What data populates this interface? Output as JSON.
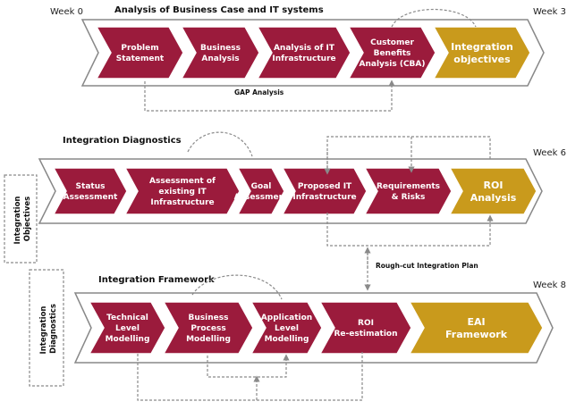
{
  "colors": {
    "maroon": "#9b1b3c",
    "gold": "#c99a1c",
    "outline": "#888888"
  },
  "rows": [
    {
      "title": "Analysis of Business Case and IT systems",
      "week_start": "Week 0",
      "week_end": "Week 3",
      "steps": [
        {
          "lines": [
            "Problem",
            "Statement"
          ],
          "color": "maroon"
        },
        {
          "lines": [
            "Business",
            "Analysis"
          ],
          "color": "maroon"
        },
        {
          "lines": [
            "Analysis of IT",
            "Infrastructure"
          ],
          "color": "maroon"
        },
        {
          "lines": [
            "Customer",
            "Benefits",
            "Analysis (CBA)"
          ],
          "color": "maroon"
        },
        {
          "lines": [
            "Integration",
            "objectives"
          ],
          "color": "gold"
        }
      ],
      "loop_label": "GAP Analysis"
    },
    {
      "title": "Integration Diagnostics",
      "week_start": "",
      "week_end": "Week 6",
      "side_label": [
        "Integration",
        "Objectives"
      ],
      "steps": [
        {
          "lines": [
            "Status",
            "Assessment"
          ],
          "color": "maroon"
        },
        {
          "lines": [
            "Assessment of",
            "existing IT",
            "Infrastructure"
          ],
          "color": "maroon"
        },
        {
          "lines": [
            "Goal",
            "Assessment"
          ],
          "color": "maroon"
        },
        {
          "lines": [
            "Proposed IT",
            "Infrastructure"
          ],
          "color": "maroon"
        },
        {
          "lines": [
            "Requirements",
            "& Risks"
          ],
          "color": "maroon"
        },
        {
          "lines": [
            "ROI",
            "Analysis"
          ],
          "color": "gold"
        }
      ],
      "loop_label": "Rough-cut Integration Plan"
    },
    {
      "title": "Integration Framework",
      "week_start": "",
      "week_end": "Week 8",
      "side_label": [
        "Integration",
        "Diagnostics"
      ],
      "steps": [
        {
          "lines": [
            "Technical",
            "Level",
            "Modelling"
          ],
          "color": "maroon"
        },
        {
          "lines": [
            "Business",
            "Process",
            "Modelling"
          ],
          "color": "maroon"
        },
        {
          "lines": [
            "Application",
            "Level",
            "Modelling"
          ],
          "color": "maroon"
        },
        {
          "lines": [
            "ROI",
            "Re-estimation"
          ],
          "color": "maroon"
        },
        {
          "lines": [
            "EAI",
            "Framework"
          ],
          "color": "gold"
        }
      ]
    }
  ]
}
